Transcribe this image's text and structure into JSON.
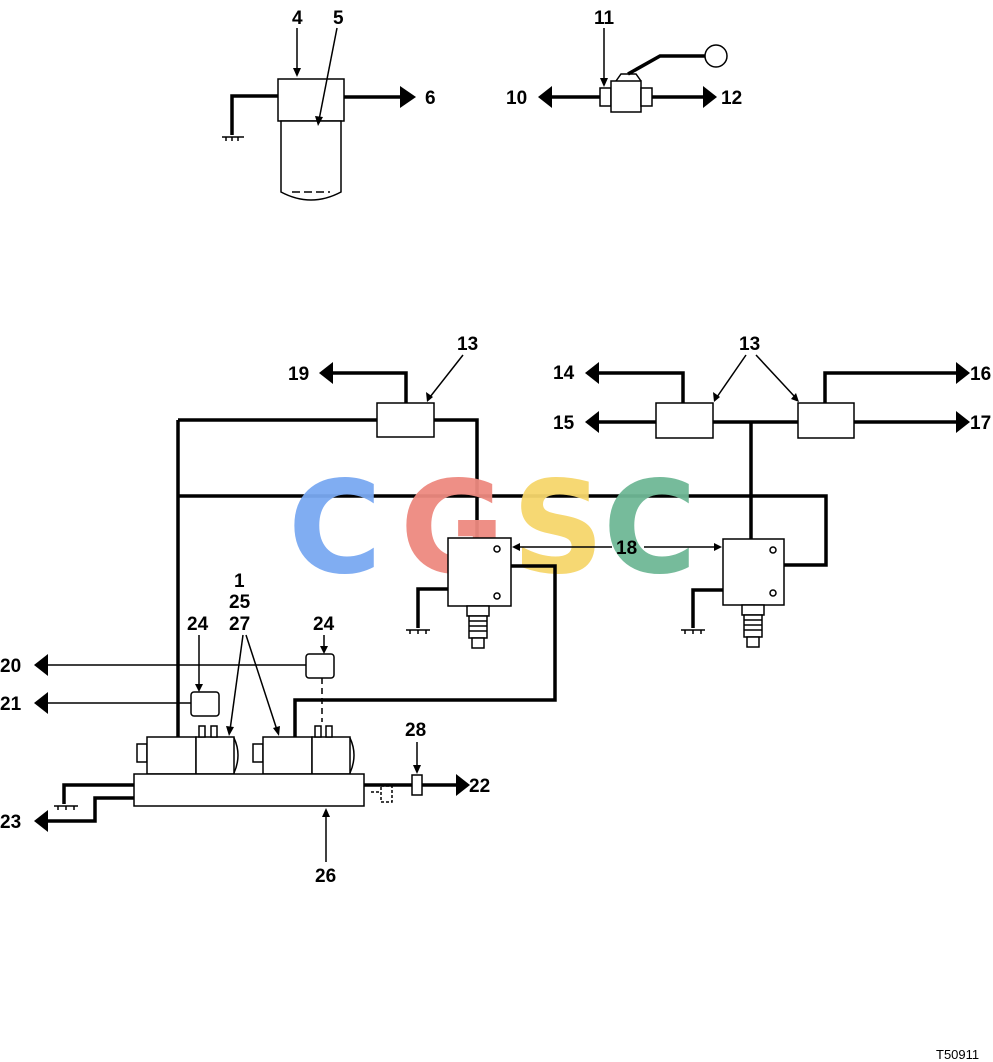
{
  "callouts": {
    "c1": "1",
    "c4": "4",
    "c5": "5",
    "c6": "6",
    "c10": "10",
    "c11": "11",
    "c12": "12",
    "c13a": "13",
    "c13b": "13",
    "c14": "14",
    "c15": "15",
    "c16": "16",
    "c17": "17",
    "c18": "18",
    "c19": "19",
    "c20": "20",
    "c21": "21",
    "c22": "22",
    "c23": "23",
    "c24a": "24",
    "c24b": "24",
    "c25": "25",
    "c26": "26",
    "c27": "27",
    "c28": "28"
  },
  "reference": "T50911",
  "watermark": {
    "letters": [
      "C",
      "G",
      "S",
      "C"
    ],
    "colors": [
      "#7aa9f2",
      "#ee8a80",
      "#f6d66c",
      "#6fb896"
    ]
  }
}
